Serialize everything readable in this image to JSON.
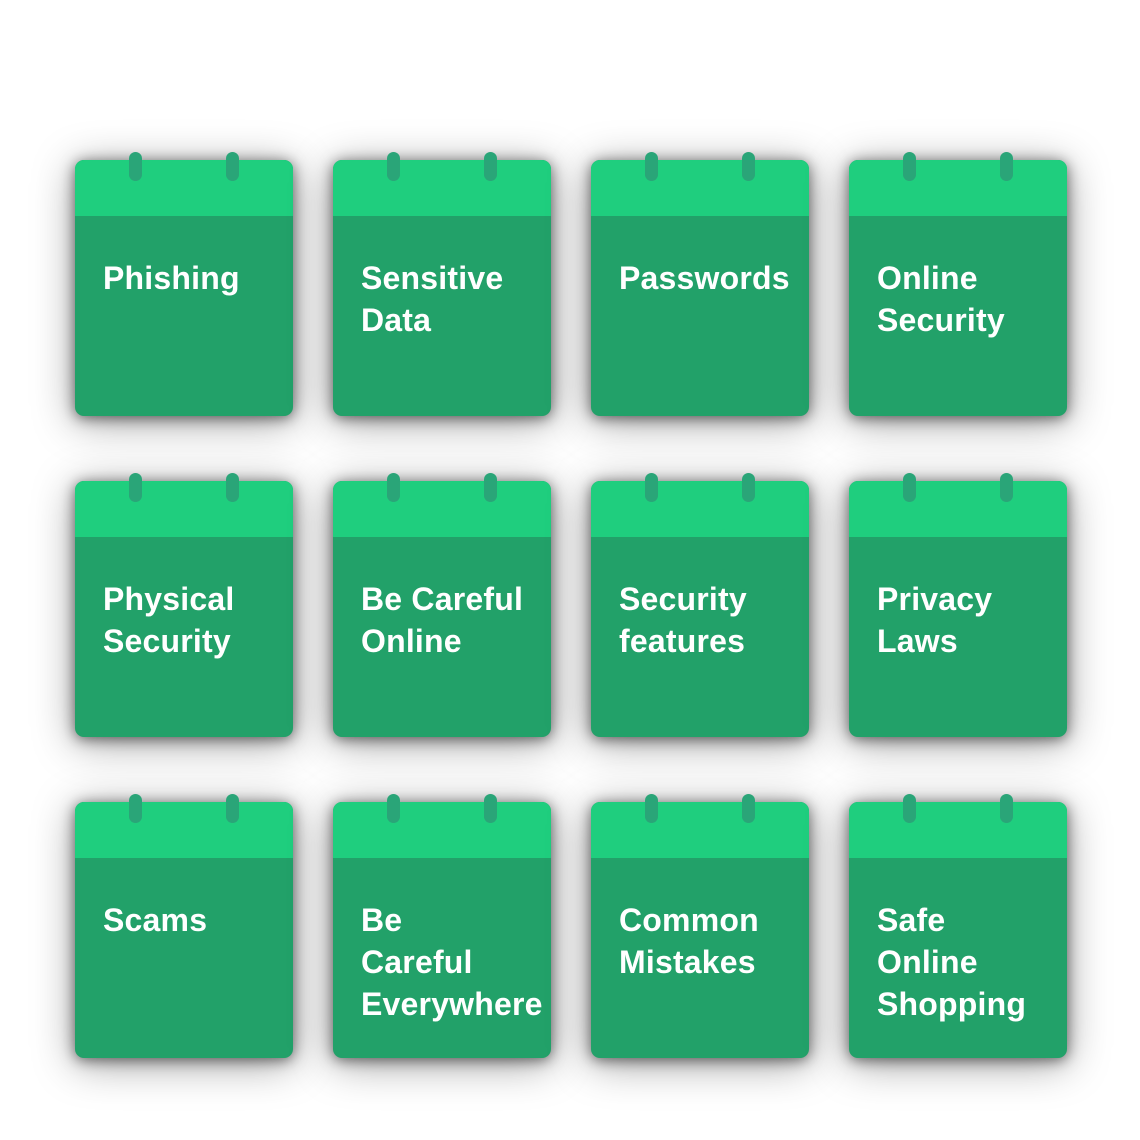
{
  "colors": {
    "background": "#ffffff",
    "card_header": "#1fce7e",
    "card_body": "#22a169",
    "ring": "#2aa578",
    "label_text": "#ffffff"
  },
  "cards": [
    {
      "label": "Phishing"
    },
    {
      "label": "Sensitive\nData"
    },
    {
      "label": "Passwords"
    },
    {
      "label": "Online\nSecurity"
    },
    {
      "label": "Physical\nSecurity"
    },
    {
      "label": "Be Careful\nOnline"
    },
    {
      "label": "Security\nfeatures"
    },
    {
      "label": "Privacy\nLaws"
    },
    {
      "label": "Scams"
    },
    {
      "label": "Be\nCareful\nEverywhere"
    },
    {
      "label": "Common\nMistakes"
    },
    {
      "label": "Safe\nOnline\nShopping"
    }
  ]
}
